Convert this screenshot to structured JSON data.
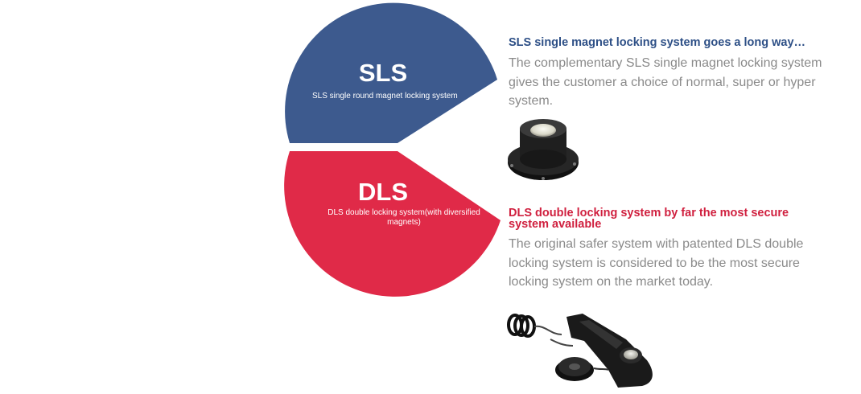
{
  "sls": {
    "title": "SLS",
    "subtitle": "SLS single round magnet locking system",
    "heading": "SLS single magnet locking system goes a long way…",
    "body": "The complementary SLS single magnet locking system gives the customer a choice of normal, super or hyper system.",
    "color": "#3d5a8e"
  },
  "dls": {
    "title": "DLS",
    "subtitle": "DLS double locking system(with diversified magnets)",
    "heading": "DLS double locking system by far the most secure system available",
    "body": "The original safer system with patented DLS double locking system is considered to be the most secure locking system on the market today.",
    "color": "#e02a48"
  },
  "images": {
    "sls_product": "single-round-magnet-photo",
    "dls_product": "double-locking-device-photo"
  }
}
